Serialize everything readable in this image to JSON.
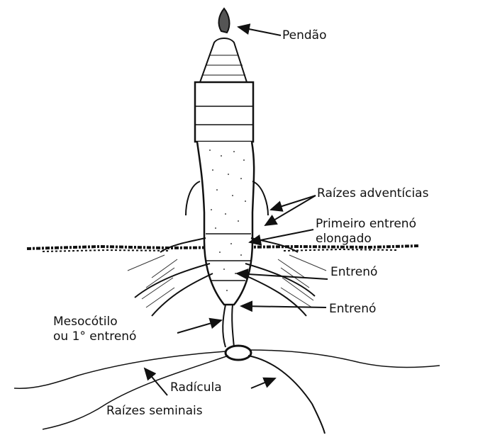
{
  "labels": {
    "tassel": "Pendão",
    "adventitious_roots": "Raízes adventícias",
    "first_internode_line1": "Primeiro entrenó",
    "first_internode_line2": "elongado",
    "internode_1": "Entrenó",
    "internode_2": "Entrenó",
    "mesocotyl_line1": "Mesocótilo",
    "mesocotyl_line2": "ou 1° entrenó",
    "radicle": "Radícula",
    "seminal_roots": "Raízes seminais"
  },
  "colors": {
    "ink": "#111111",
    "background": "#ffffff"
  }
}
